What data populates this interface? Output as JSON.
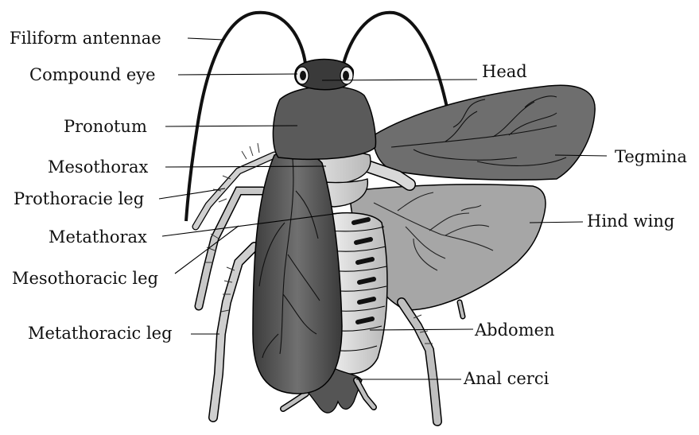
{
  "labels": {
    "filiform_antennae": "Filiform antennae",
    "compound_eye": "Compound eye",
    "pronotum": "Pronotum",
    "mesothorax": "Mesothorax",
    "prothoracic_leg": "Prothoracie leg",
    "metathorax": "Metathorax",
    "mesothoracic_leg": "Mesothoracic leg",
    "metathoracic_leg": "Metathoracic leg",
    "head": "Head",
    "tegmina": "Tegmina",
    "hind_wing": "Hind wing",
    "abdomen": "Abdomen",
    "anal_cerci": "Anal cerci"
  },
  "colors": {
    "dark_body": "#4a4a4a",
    "tegmina": "#6e6e6e",
    "hind_wing": "#a6a6a6",
    "light_segment": "#d9d9d9",
    "outline": "#000000"
  }
}
